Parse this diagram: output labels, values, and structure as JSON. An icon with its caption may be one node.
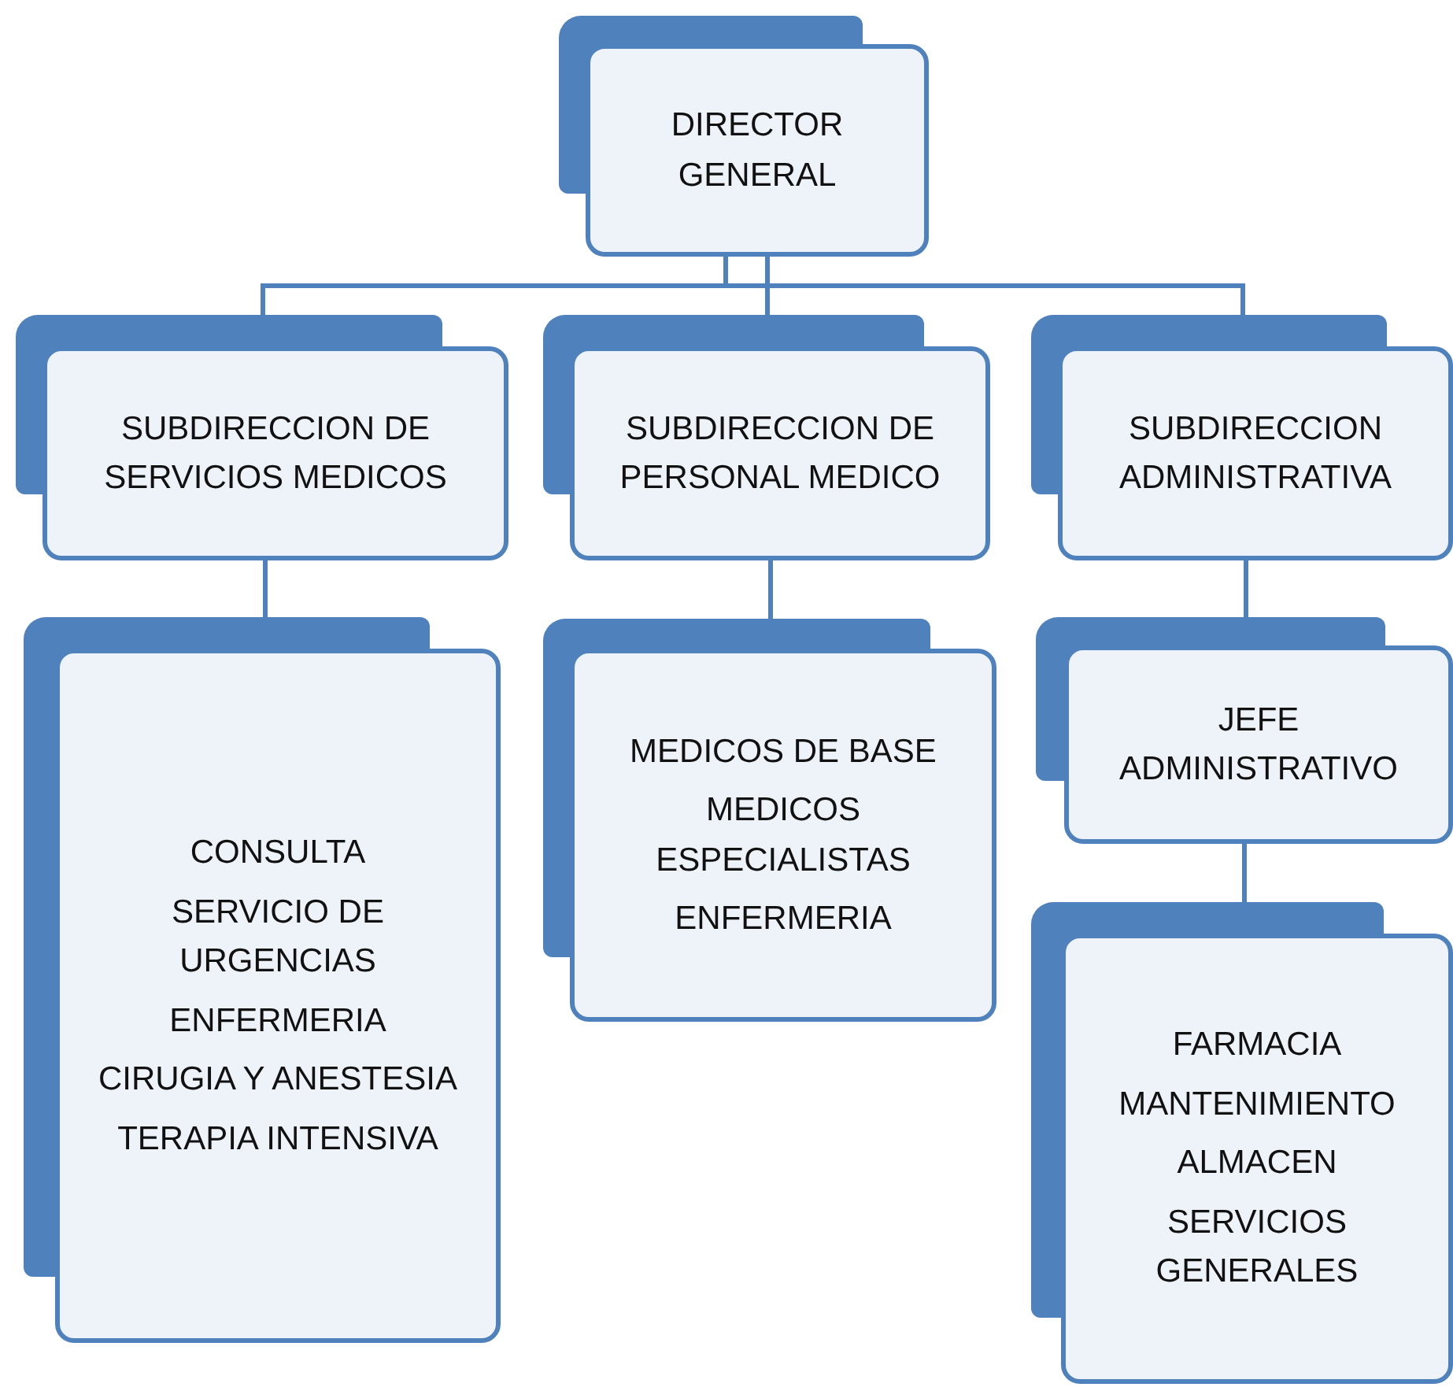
{
  "diagram": {
    "nodes": [
      {
        "text": [
          "DIRECTOR GENERAL"
        ]
      },
      {
        "text": [
          "SUBDIRECCION DE SERVICIOS MEDICOS"
        ]
      },
      {
        "text": [
          "SUBDIRECCION DE PERSONAL MEDICO"
        ]
      },
      {
        "text": [
          "SUBDIRECCION ADMINISTRATIVA"
        ]
      },
      {
        "text": [
          "CONSULTA",
          "SERVICIO DE URGENCIAS",
          "ENFERMERIA",
          "CIRUGIA Y ANESTESIA",
          "TERAPIA INTENSIVA"
        ]
      },
      {
        "text": [
          "MEDICOS DE BASE",
          "MEDICOS ESPECIALISTAS",
          "ENFERMERIA"
        ]
      },
      {
        "text": [
          "JEFE ADMINISTRATIVO"
        ]
      },
      {
        "text": [
          "FARMACIA",
          "MANTENIMIENTO",
          "ALMACEN",
          "SERVICIOS GENERALES"
        ]
      }
    ],
    "edges": [
      {
        "from": 0,
        "to": 1,
        "arrow": "none"
      },
      {
        "from": 0,
        "to": 2,
        "arrow": "none"
      },
      {
        "from": 0,
        "to": 3,
        "arrow": "none"
      },
      {
        "from": 1,
        "to": 4,
        "arrow": "none"
      },
      {
        "from": 2,
        "to": 5,
        "arrow": "none"
      },
      {
        "from": 3,
        "to": 6,
        "arrow": "none"
      },
      {
        "from": 6,
        "to": 7,
        "arrow": "none"
      }
    ]
  }
}
